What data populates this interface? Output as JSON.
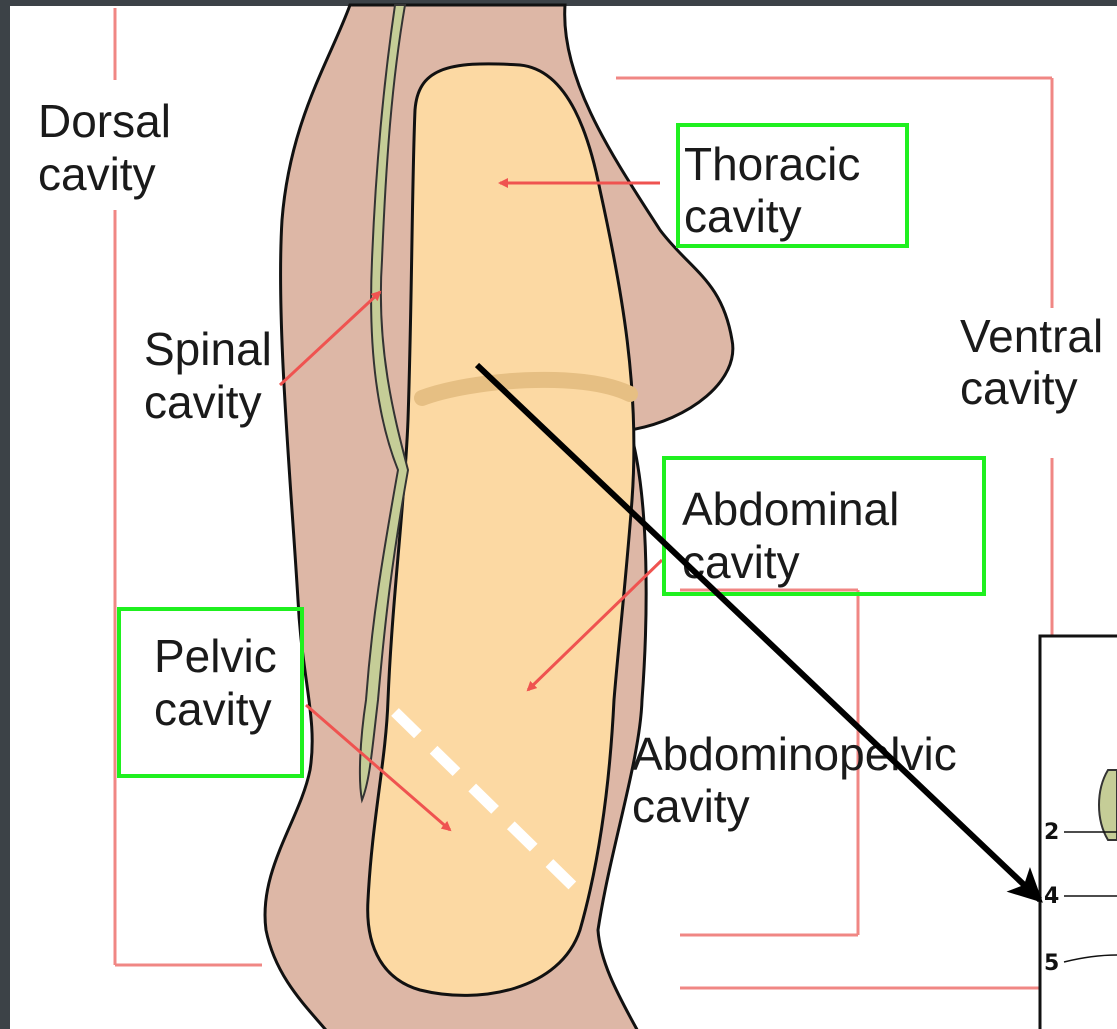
{
  "labels": {
    "dorsal": [
      "Dorsal",
      "cavity"
    ],
    "thoracic": [
      "Thoracic",
      "cavity"
    ],
    "spinal": [
      "Spinal",
      "cavity"
    ],
    "ventral": [
      "Ventral",
      "cavity"
    ],
    "abdominal": [
      "Abdominal",
      "cavity"
    ],
    "pelvic": [
      "Pelvic",
      "cavity"
    ],
    "abdominopelvic": [
      "Abdominopelvic",
      "cavity"
    ]
  },
  "inset": {
    "numbers": [
      "2",
      "4",
      "5"
    ]
  },
  "colors": {
    "body_outer": "#ddb7a6",
    "body_inner": "#fcd9a3",
    "spine": "#c5cd97",
    "bracket_line": "#f08784",
    "pointer_arrow": "#ef5350",
    "highlight_box": "#1ff01f",
    "callout_arrow": "#000000",
    "diaphragm": "#e6bf83"
  }
}
